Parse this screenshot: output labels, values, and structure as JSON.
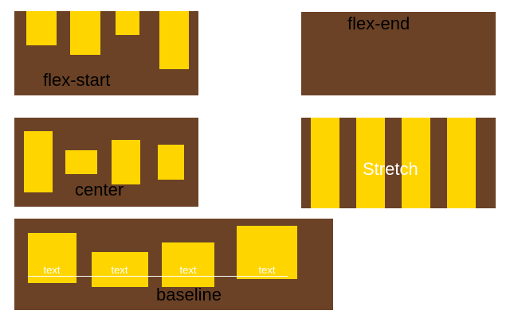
{
  "colors": {
    "panel_brown": "#6b4226",
    "item_yellow": "#ffd500",
    "label_dark": "#000000",
    "label_light": "#ffffff"
  },
  "panels": {
    "flex_start": {
      "label": "flex-start"
    },
    "flex_end": {
      "label": "flex-end"
    },
    "center": {
      "label": "center"
    },
    "stretch": {
      "label": "Stretch"
    },
    "baseline": {
      "label": "baseline",
      "items": [
        {
          "label": "text"
        },
        {
          "label": "text"
        },
        {
          "label": "text"
        },
        {
          "label": "text"
        }
      ]
    }
  }
}
